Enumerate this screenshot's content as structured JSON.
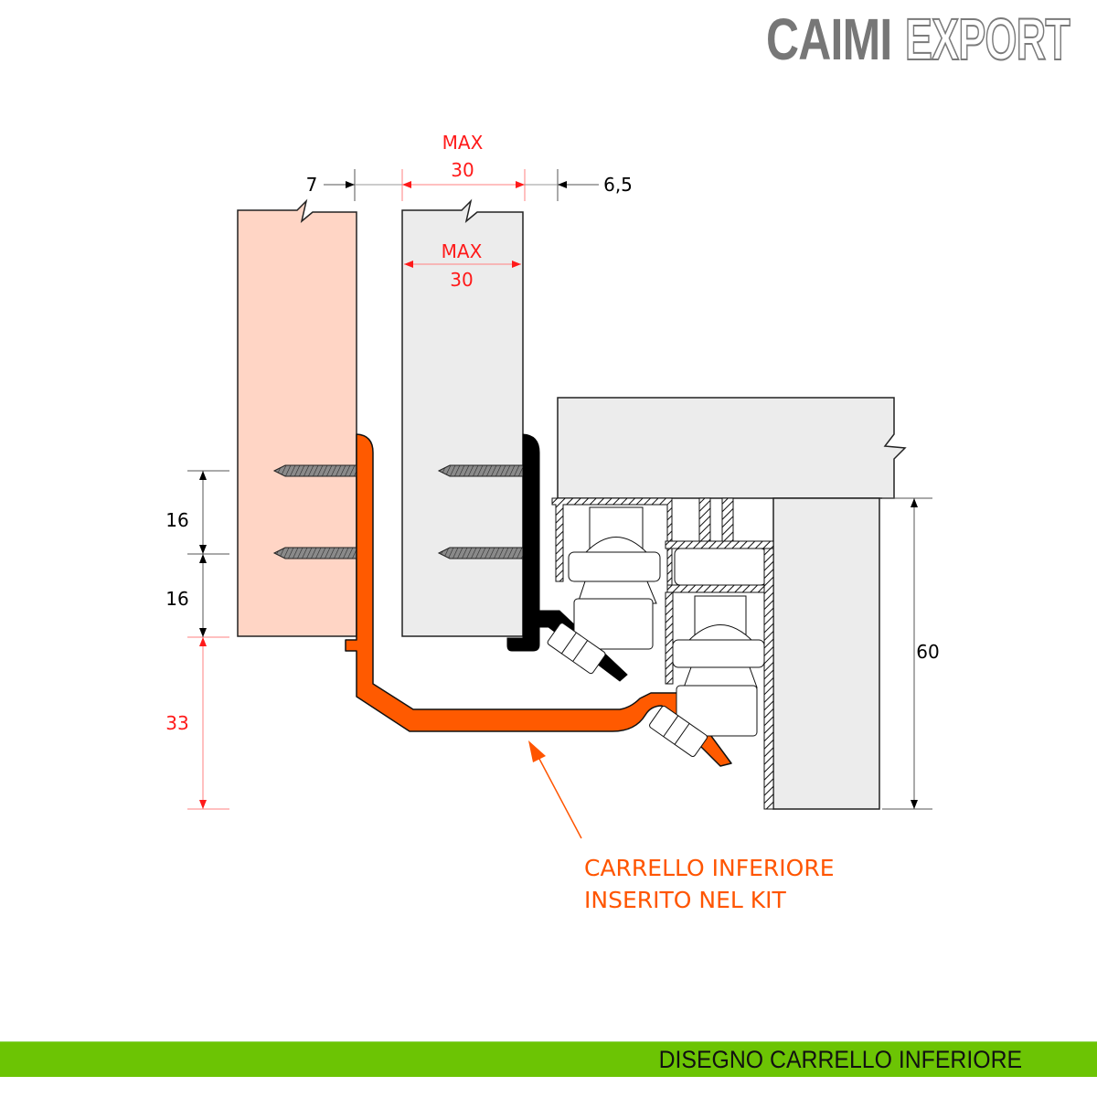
{
  "brand": {
    "logo_bold": "CAIMI",
    "logo_outline": "EXPORT",
    "logo_color": "#777777"
  },
  "dimensions": {
    "left_gap": "7",
    "right_gap": "6,5",
    "panel_max_top_label": "MAX",
    "panel_max_top_value": "30",
    "panel_max_inner_label": "MAX",
    "panel_max_inner_value": "30",
    "screw_spacing_1": "16",
    "screw_spacing_2": "16",
    "bottom_offset": "33",
    "rail_height": "60"
  },
  "callout": {
    "line1": "CARRELLO INFERIORE",
    "line2": "INSERITO NEL KIT",
    "color": "#ff5500"
  },
  "footer": {
    "title": "DISEGNO CARRELLO INFERIORE",
    "bar_color": "#6cc404"
  },
  "colors": {
    "door_left_fill": "#ffd5c5",
    "door_right_fill": "#ececec",
    "bracket_orange": "#ff5a00",
    "bracket_black": "#000000",
    "dimension_red": "#ff1a1a"
  }
}
